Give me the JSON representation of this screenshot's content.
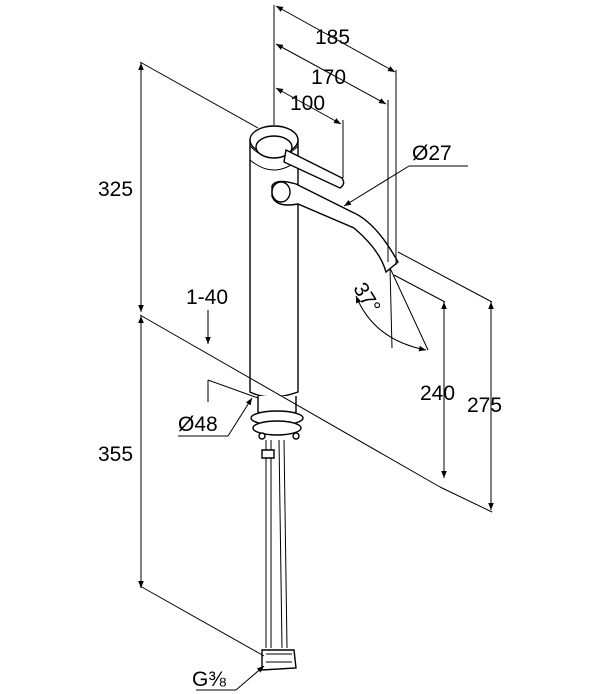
{
  "diagram": {
    "dimensions": {
      "width_185": "185",
      "width_170": "170",
      "width_100": "100",
      "spout_diameter": "Ø27",
      "height_325": "325",
      "clamp_range": "1-40",
      "angle": "37°",
      "height_240": "240",
      "height_275": "275",
      "base_diameter": "Ø48",
      "height_355": "355",
      "thread": "G⅜"
    }
  }
}
